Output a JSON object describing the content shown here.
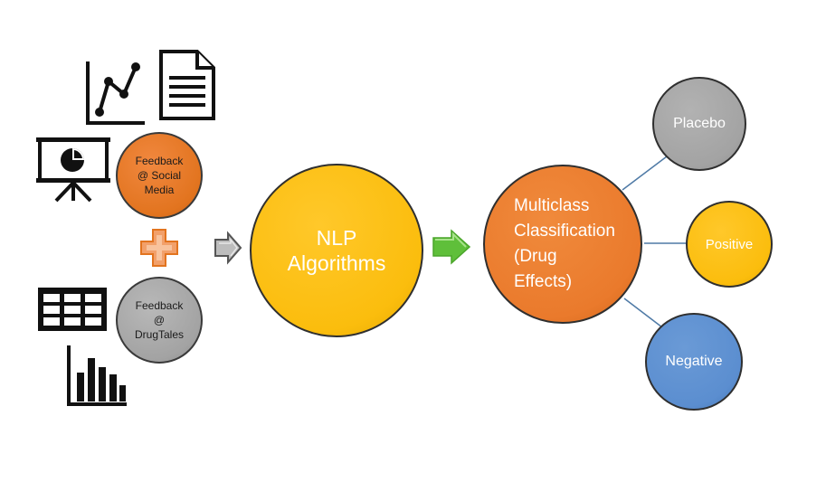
{
  "inputs": {
    "social": {
      "label": "Feedback\n@ Social\nMedia",
      "color": "#e2741f"
    },
    "drugtales": {
      "label": "Feedback\n@\nDrugTales",
      "color": "#a3a3a3"
    }
  },
  "process": {
    "label": "NLP\nAlgorithms",
    "color": "#fbbd0d"
  },
  "output": {
    "label": "Multiclass\nClassification\n(Drug\nEffects)",
    "color": "#ea7a2c"
  },
  "classes": {
    "placebo": {
      "label": "Placebo",
      "color": "#a3a3a3"
    },
    "positive": {
      "label": "Positive",
      "color": "#fbbd0d"
    },
    "negative": {
      "label": "Negative",
      "color": "#5b8ed0"
    }
  },
  "icons": {
    "line_chart": "line-chart-icon",
    "document": "document-icon",
    "presentation": "presentation-pie-icon",
    "table": "table-grid-icon",
    "bar_chart": "bar-chart-icon",
    "plus": "plus-icon",
    "arrow_gray": "arrow-right-icon",
    "arrow_green": "arrow-right-icon"
  },
  "connector_color": "#4f7aa6"
}
